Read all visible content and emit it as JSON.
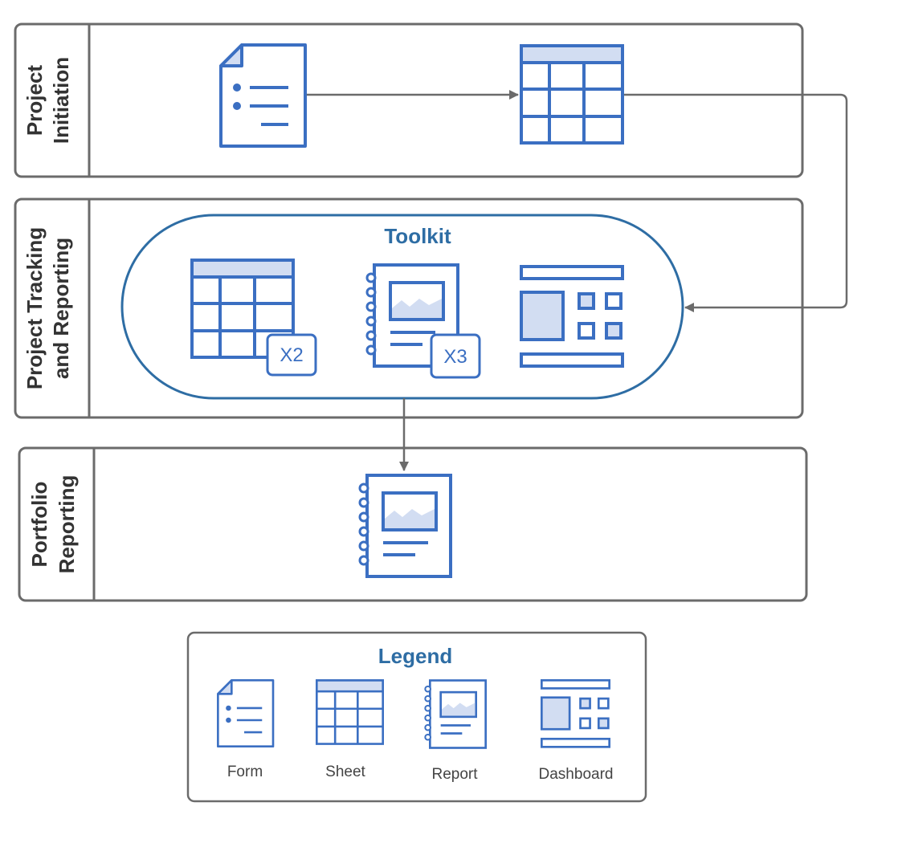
{
  "lanes": [
    {
      "id": "initiation",
      "label_lines": [
        "Project",
        "Initiation"
      ]
    },
    {
      "id": "tracking",
      "label_lines": [
        "Project Tracking",
        "and Reporting"
      ]
    },
    {
      "id": "portfolio",
      "label_lines": [
        "Portfolio",
        "Reporting"
      ]
    }
  ],
  "toolkit": {
    "title": "Toolkit",
    "sheet_multiplier": "X2",
    "report_multiplier": "X3"
  },
  "legend": {
    "title": "Legend",
    "items": [
      {
        "label": "Form",
        "icon": "form-icon"
      },
      {
        "label": "Sheet",
        "icon": "sheet-icon"
      },
      {
        "label": "Report",
        "icon": "report-icon"
      },
      {
        "label": "Dashboard",
        "icon": "dashboard-icon"
      }
    ]
  },
  "colors": {
    "icon_blue": "#3b6fc2",
    "icon_fill": "#d2ddf2",
    "lane_border": "#6b6b6b",
    "arrow": "#6b6b6b",
    "title_blue": "#2e6da4"
  }
}
